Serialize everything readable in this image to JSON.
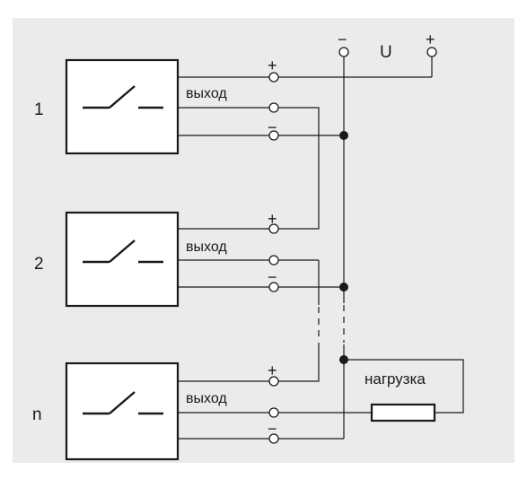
{
  "background_color": "#ebebeb",
  "line_color": "#1a1a1a",
  "units": [
    {
      "number": "1",
      "output_label": "выход",
      "plus": "+",
      "minus": "−"
    },
    {
      "number": "2",
      "output_label": "выход",
      "plus": "+",
      "minus": "−"
    },
    {
      "number": "n",
      "output_label": "выход",
      "plus": "+",
      "minus": "−"
    }
  ],
  "supply": {
    "minus": "−",
    "label": "U",
    "plus": "+"
  },
  "load_label": "нагрузка"
}
